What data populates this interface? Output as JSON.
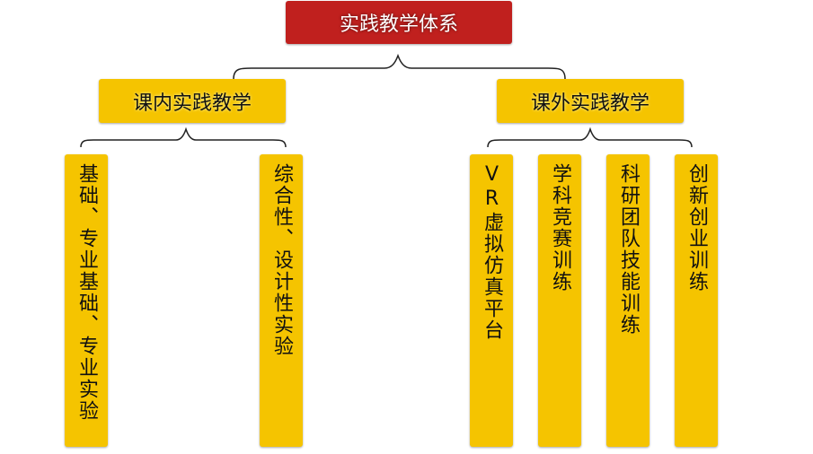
{
  "root": {
    "label": "实践教学体系"
  },
  "branches": [
    {
      "label": "课内实践教学",
      "children": [
        "基础、专业基础、专业实验",
        "综合性、设计性实验"
      ]
    },
    {
      "label": "课外实践教学",
      "children": [
        "VR虚拟仿真平台",
        "学科竞赛训练",
        "科研团队技能训练",
        "创新创业训练"
      ]
    }
  ],
  "colors": {
    "root": "#c0201e",
    "node": "#f5c400"
  }
}
